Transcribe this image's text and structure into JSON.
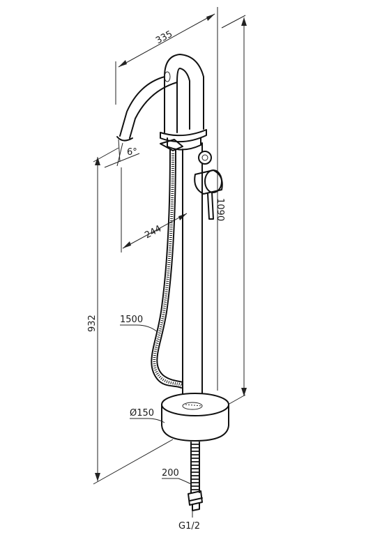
{
  "drawing": {
    "dimensions": {
      "spout_reach": "335",
      "total_height": "1090",
      "spout_outlet_height": "932",
      "spout_angle": "6°",
      "outlet_to_body": "244",
      "hose_length": "1500",
      "base_diameter": "Ø150",
      "supply_hose": "200",
      "thread": "G1/2"
    }
  }
}
